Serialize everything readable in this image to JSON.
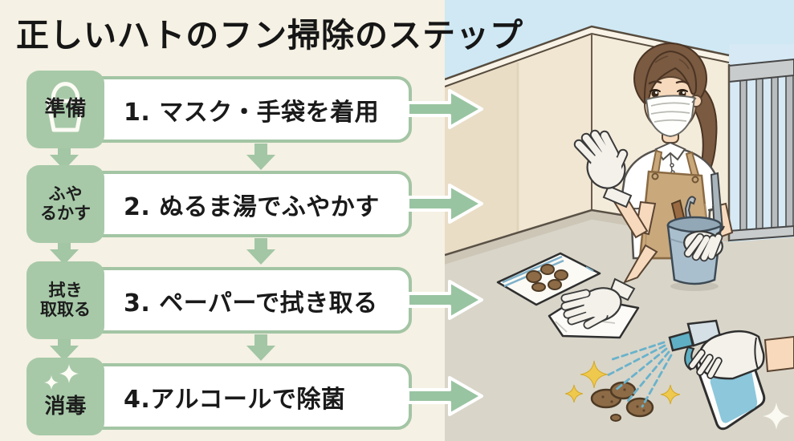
{
  "title": "正しいハトのフン掃除のステップ",
  "colors": {
    "background": "#f5f1e4",
    "accent_green": "#a7c9a8",
    "arrow_green": "#99c4a1",
    "box_background": "#ffffff",
    "text": "#1a1a1a"
  },
  "steps": [
    {
      "badge_lines": [
        "準備"
      ],
      "badge_icon": "bucket-icon",
      "text": "1. マスク・手袋を着用"
    },
    {
      "badge_lines": [
        "ふや",
        "るかす"
      ],
      "badge_icon": "",
      "text": "2. ぬるま湯でふやかす"
    },
    {
      "badge_lines": [
        "拭き",
        "取取る"
      ],
      "badge_icon": "",
      "text": "3. ペーパーで拭き取る"
    },
    {
      "badge_lines": [
        "消毒"
      ],
      "badge_icon": "sparkles-icon",
      "text": "4.アルコールで除菌"
    }
  ],
  "illustration": {
    "scene": "woman-cleaning-pigeon-droppings-on-balcony",
    "objects": [
      "face-mask",
      "rubber-gloves",
      "apron",
      "cleaning-bucket",
      "cleaning-tools",
      "balcony-railing",
      "ziplock-bag",
      "paper-towel",
      "wiping-glove",
      "spray-bottle",
      "spray-mist",
      "pigeon-droppings",
      "sparkles"
    ]
  }
}
